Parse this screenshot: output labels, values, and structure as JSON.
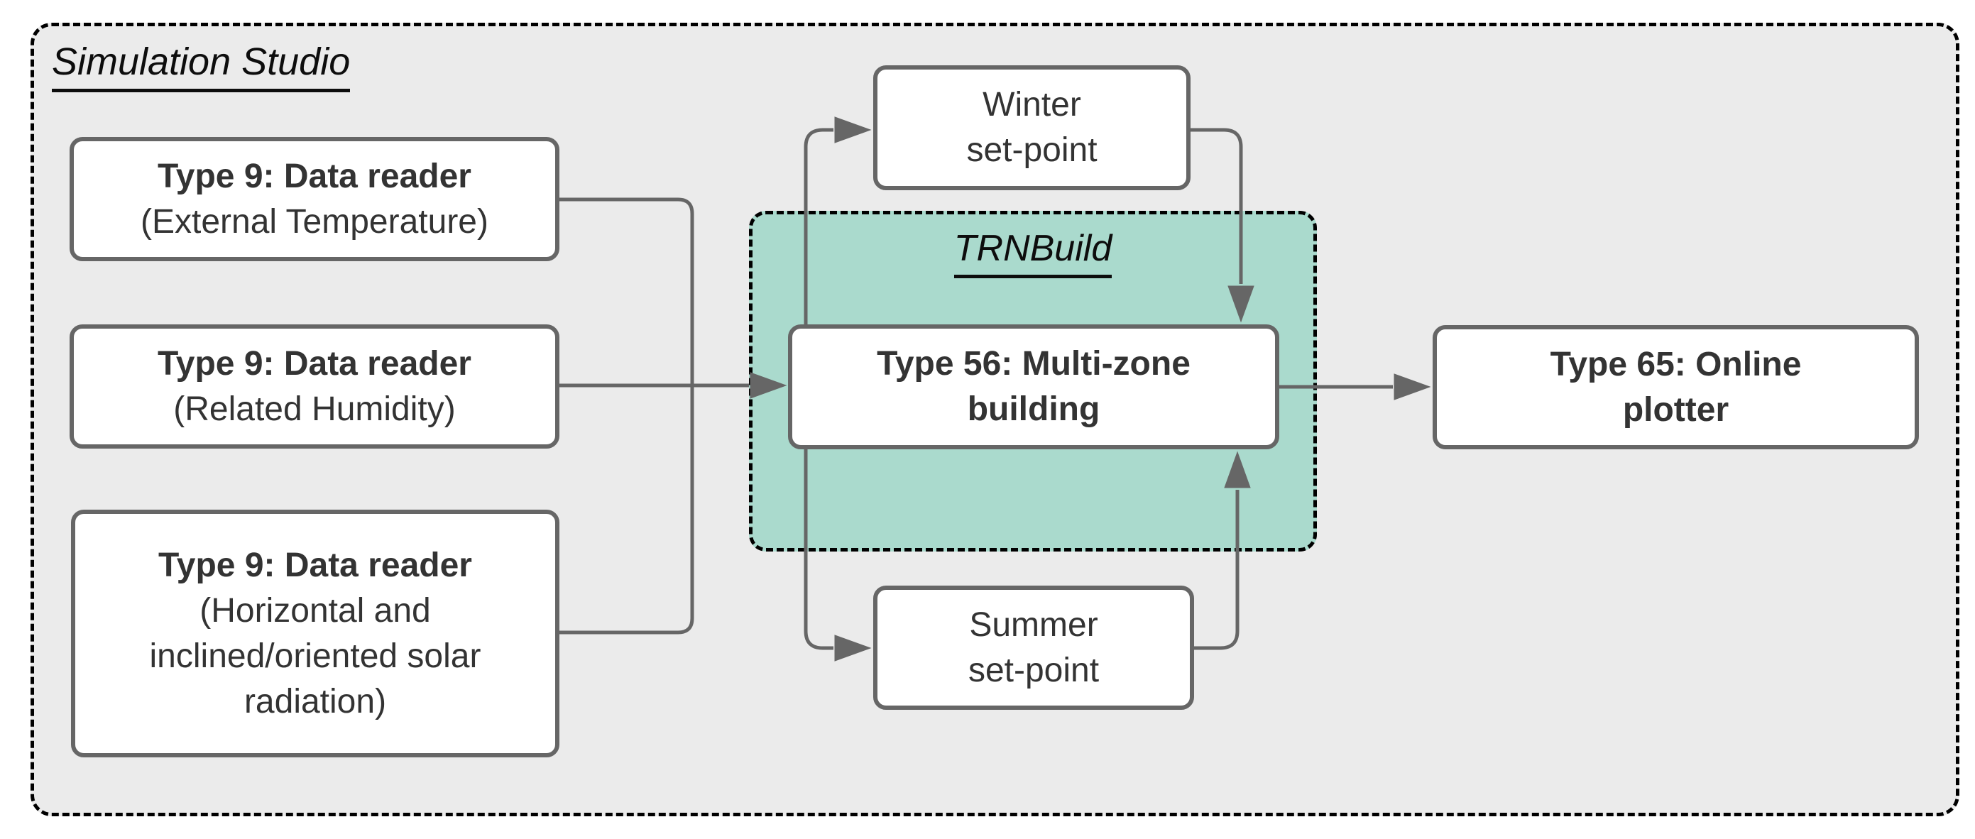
{
  "diagram": {
    "outer_label": "Simulation Studio",
    "trnbuild_label": "TRNBuild",
    "colors": {
      "canvas_bg": "#ffffff",
      "outer_fill": "#ebebeb",
      "trnbuild_fill": "#aadacd",
      "node_fill": "#ffffff",
      "node_border": "#666666",
      "connector": "#666666",
      "dashed_border": "#000000",
      "node_text": "#333333",
      "label_text": "#0d0d0d"
    },
    "nodes": {
      "reader_temp": {
        "title": "Type 9: Data reader",
        "subtitle": "(External Temperature)"
      },
      "reader_humid": {
        "title": "Type 9: Data reader",
        "subtitle": "(Related Humidity)"
      },
      "reader_solar": {
        "title": "Type 9: Data reader",
        "sub1": "(Horizontal and",
        "sub2": "inclined/oriented solar",
        "sub3": "radiation)"
      },
      "winter": {
        "line1": "Winter",
        "line2": "set-point"
      },
      "summer": {
        "line1": "Summer",
        "line2": "set-point"
      },
      "type56": {
        "line1": "Type 56: Multi-zone",
        "line2": "building"
      },
      "type65": {
        "line1": "Type 65: Online",
        "line2": "plotter"
      }
    }
  }
}
